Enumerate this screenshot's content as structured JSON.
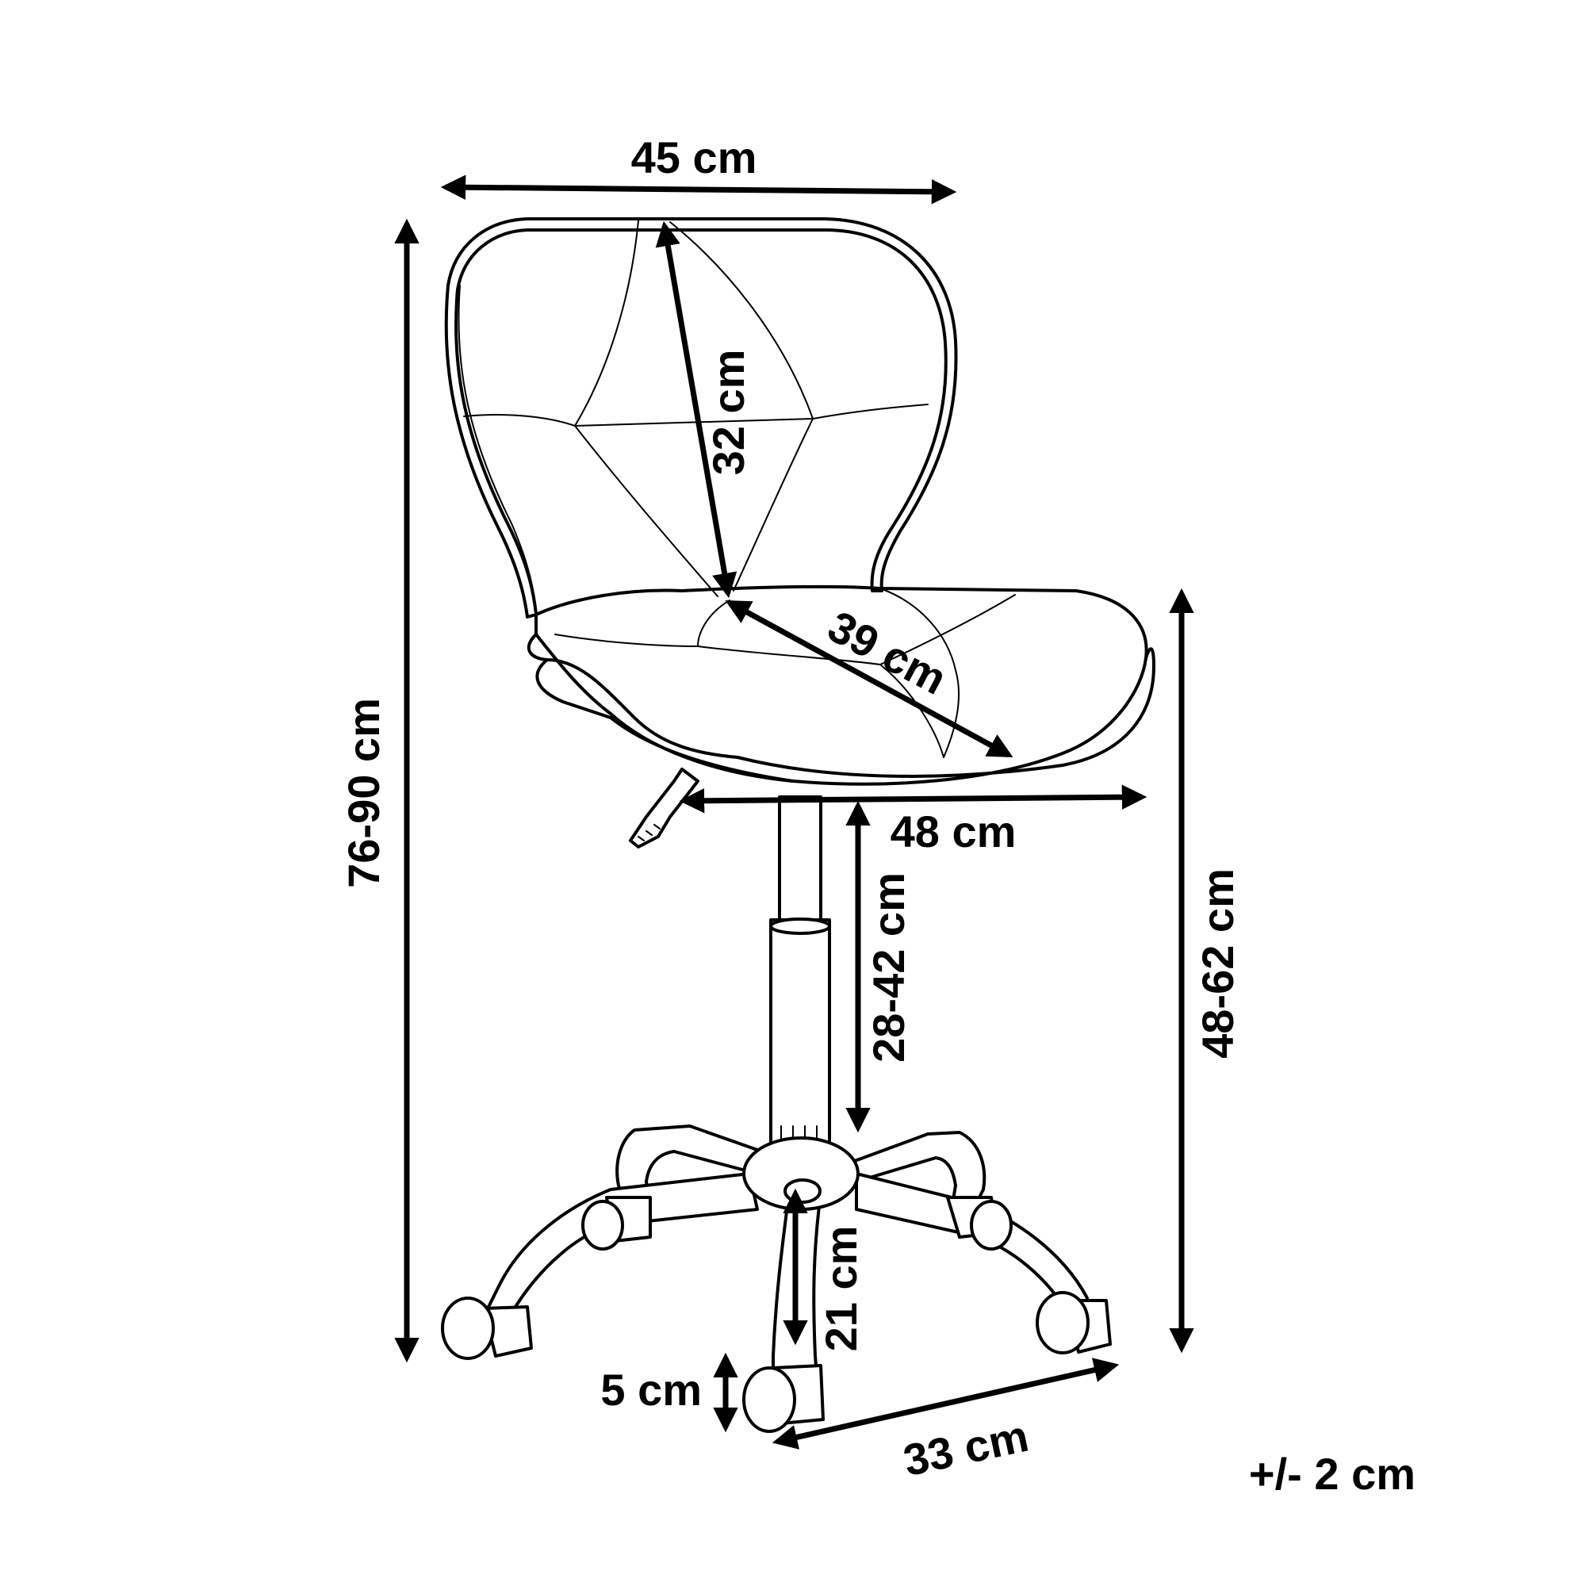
{
  "dimensions": {
    "width_top": "45 cm",
    "backrest": "32 cm",
    "seat_depth": "39 cm",
    "seat_width": "48 cm",
    "total_height": "76-90 cm",
    "gas_lift": "28-42 cm",
    "seat_height": "48-62 cm",
    "base_height": "21 cm",
    "caster": "5 cm",
    "leg_length": "33 cm"
  },
  "tolerance": "+/- 2 cm"
}
